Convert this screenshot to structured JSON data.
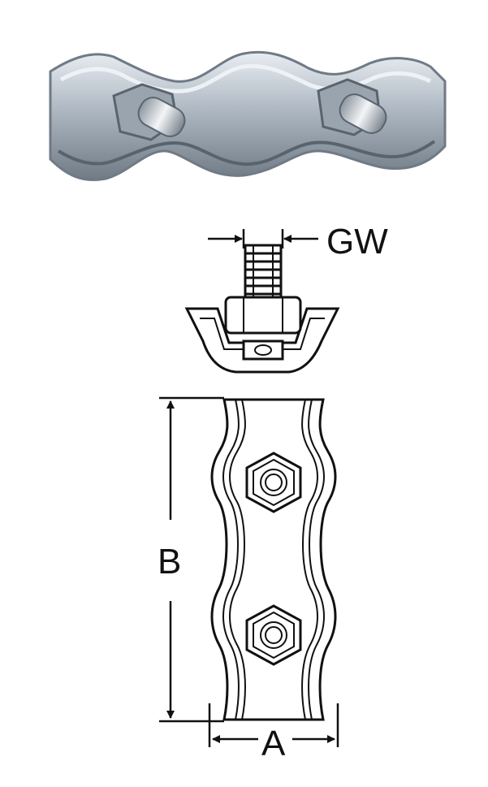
{
  "colors": {
    "background": "#ffffff",
    "line": "#111111",
    "metal_light": "#d6dde4",
    "metal_mid": "#a9b3bd",
    "metal_dark": "#6f7a85"
  },
  "labels": {
    "gw": "GW",
    "b": "B",
    "a": "A"
  }
}
